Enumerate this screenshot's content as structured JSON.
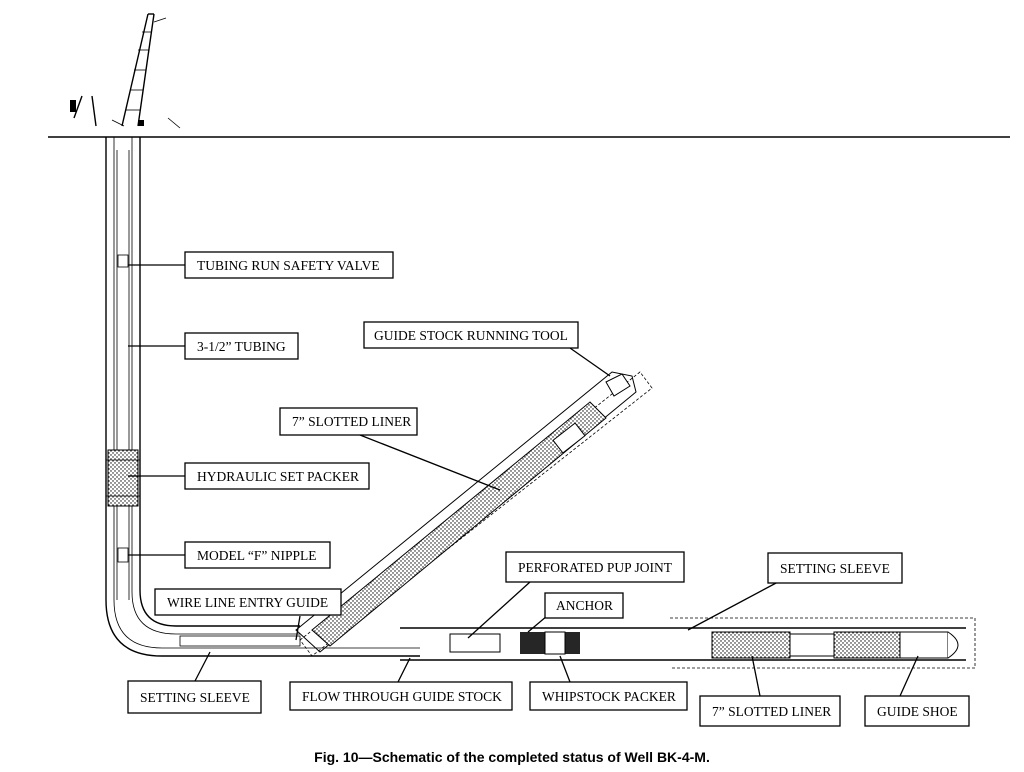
{
  "labels": {
    "tubing_safety_valve": "TUBING RUN SAFETY VALVE",
    "tubing": "3-1/2” TUBING",
    "hydraulic_packer": "HYDRAULIC SET PACKER",
    "model_f_nipple": "MODEL “F” NIPPLE",
    "wire_line_entry_guide": "WIRE LINE ENTRY GUIDE",
    "setting_sleeve_left": "SETTING SLEEVE",
    "guide_stock_running_tool": "GUIDE STOCK RUNNING TOOL",
    "slotted_liner_upper": "7” SLOTTED LINER",
    "perforated_pup_joint": "PERFORATED PUP JOINT",
    "anchor": "ANCHOR",
    "flow_through_guide_stock": "FLOW THROUGH GUIDE STOCK",
    "whipstock_packer": "WHIPSTOCK PACKER",
    "setting_sleeve_right": "SETTING SLEEVE",
    "slotted_liner_lower": "7” SLOTTED LINER",
    "guide_shoe": "GUIDE SHOE"
  },
  "caption": "Fig. 10—Schematic of the completed status of Well BK-4-M."
}
